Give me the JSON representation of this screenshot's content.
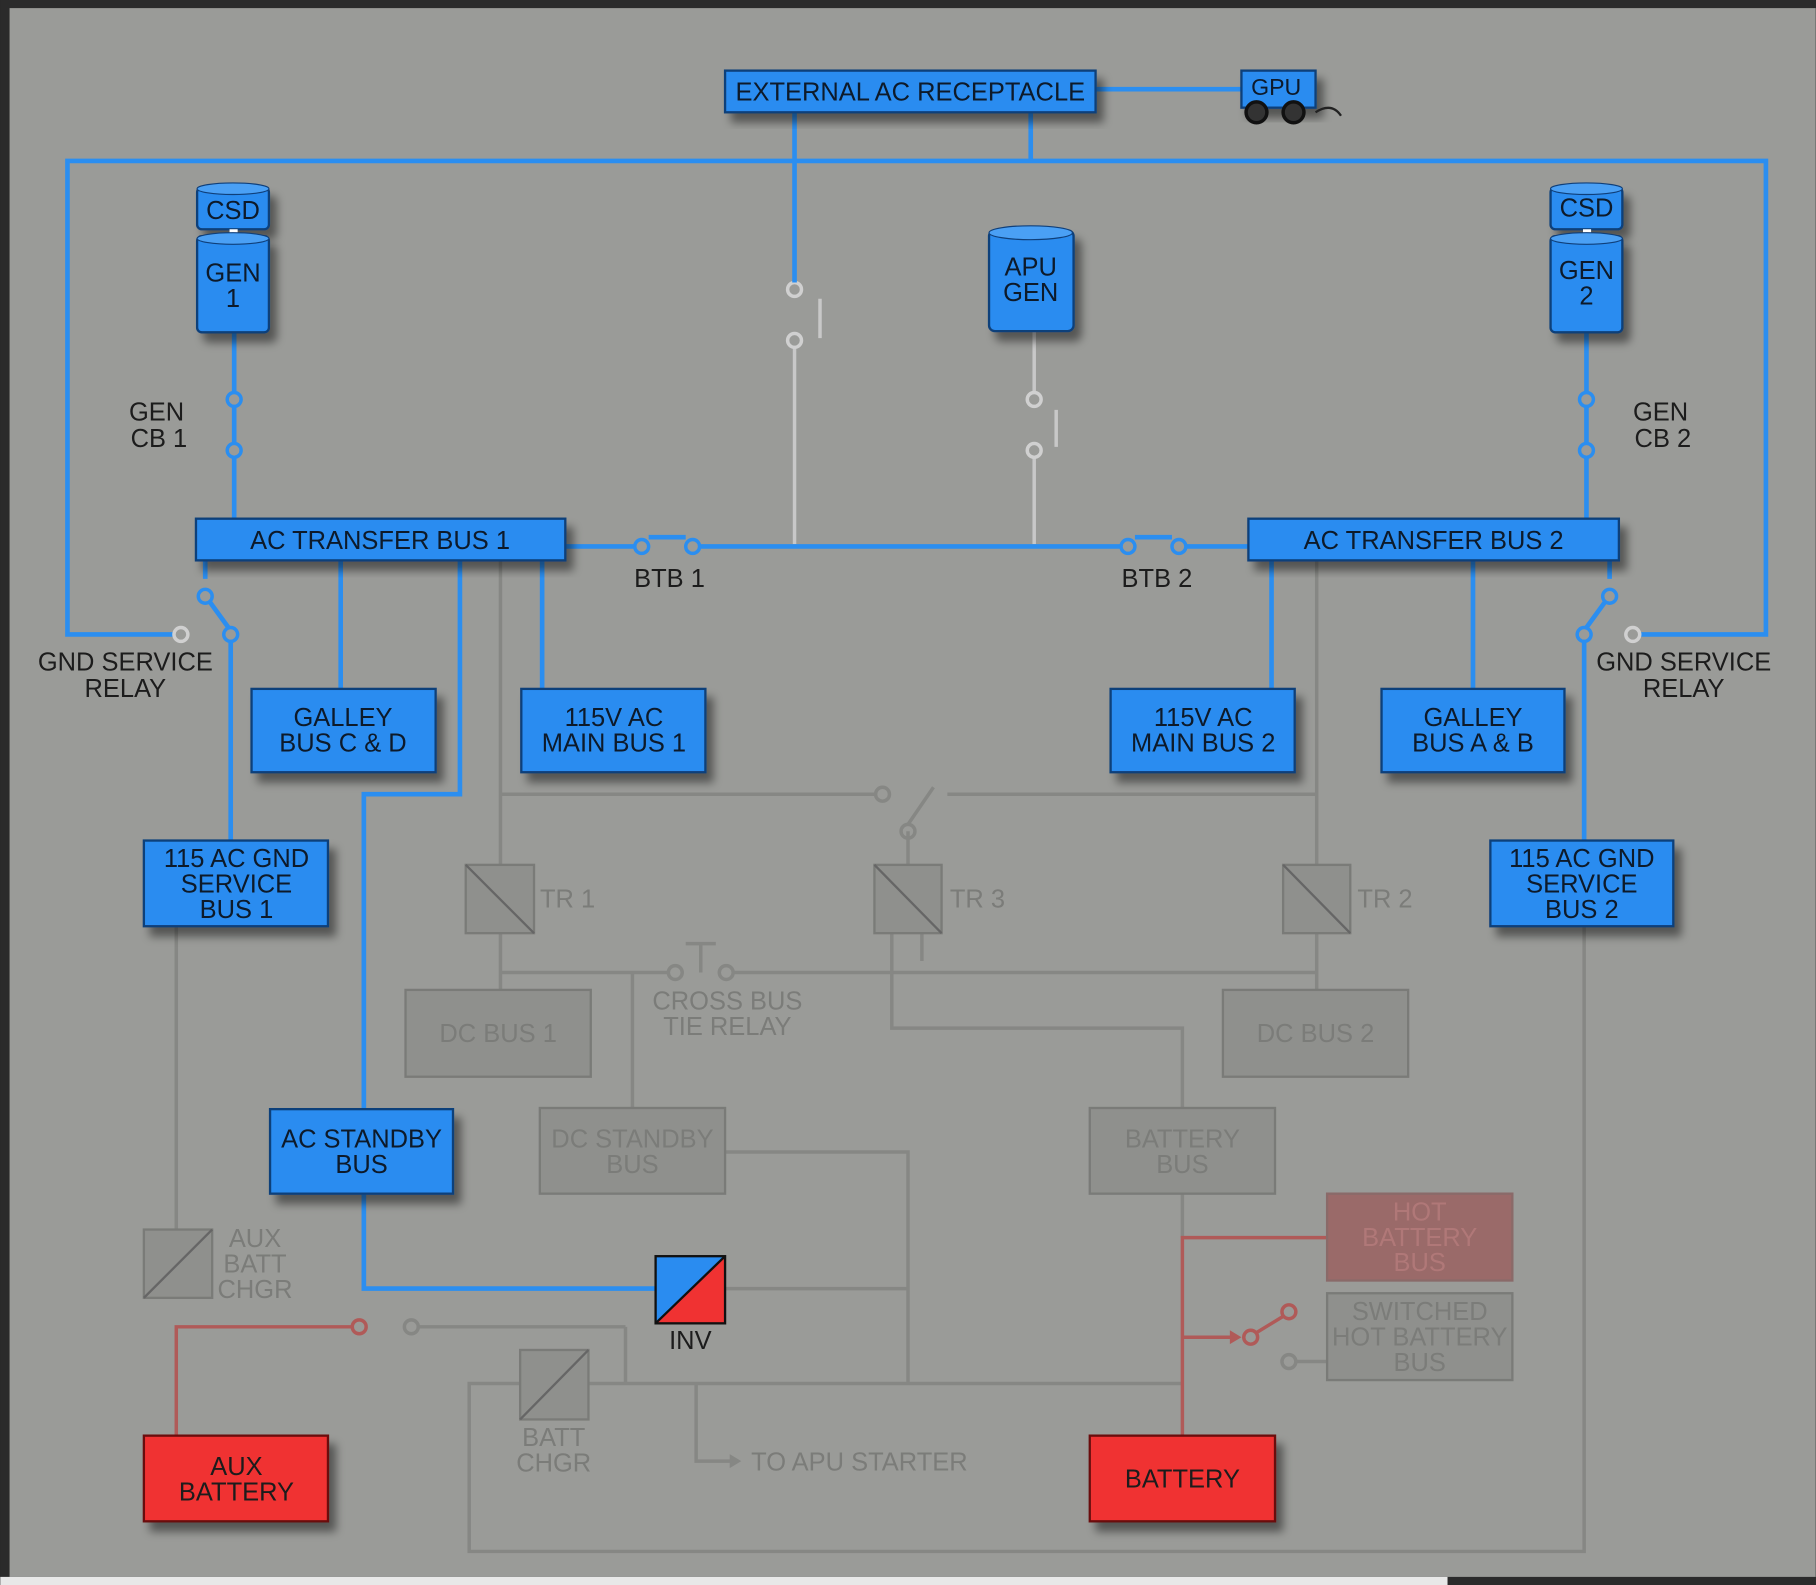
{
  "colors": {
    "powered_ac": "#2a8cf0",
    "battery": "#f03232",
    "unpowered": "#8f908d",
    "hot_battery_bus": "#9a6a69",
    "background": "#9a9b98"
  },
  "labels": {
    "ext_ac": "EXTERNAL AC RECEPTACLE",
    "gpu": "GPU",
    "csd1": "CSD",
    "gen1": [
      "GEN",
      "1"
    ],
    "csd2": "CSD",
    "gen2": [
      "GEN",
      "2"
    ],
    "apu_gen": [
      "APU",
      "GEN"
    ],
    "gen_cb1": [
      "GEN",
      "CB 1"
    ],
    "gen_cb2": [
      "GEN",
      "CB 2"
    ],
    "ac_tb1": "AC TRANSFER BUS 1",
    "ac_tb2": "AC TRANSFER BUS 2",
    "btb1": "BTB 1",
    "btb2": "BTB 2",
    "gsr_left": [
      "GND SERVICE",
      "RELAY"
    ],
    "gsr_right": [
      "GND SERVICE",
      "RELAY"
    ],
    "galley_cd": [
      "GALLEY",
      "BUS C & D"
    ],
    "main1": [
      "115V AC",
      "MAIN BUS 1"
    ],
    "main2": [
      "115V AC",
      "MAIN BUS 2"
    ],
    "galley_ab": [
      "GALLEY",
      "BUS A & B"
    ],
    "gsb1": [
      "115 AC GND",
      "SERVICE",
      "BUS 1"
    ],
    "gsb2": [
      "115 AC GND",
      "SERVICE",
      "BUS 2"
    ],
    "tr1": "TR 1",
    "tr2": "TR 2",
    "tr3": "TR 3",
    "cbtr": [
      "CROSS BUS",
      "TIE RELAY"
    ],
    "dc1": "DC BUS 1",
    "dc2": "DC BUS 2",
    "ac_stby": [
      "AC STANDBY",
      "BUS"
    ],
    "dc_stby": [
      "DC STANDBY",
      "BUS"
    ],
    "batt_bus": [
      "BATTERY",
      "BUS"
    ],
    "hot_batt": [
      "HOT",
      "BATTERY",
      "BUS"
    ],
    "sw_hot_batt": [
      "SWITCHED",
      "HOT BATTERY",
      "BUS"
    ],
    "aux_chgr": [
      "AUX",
      "BATT",
      "CHGR"
    ],
    "inv": "INV",
    "batt_chgr": [
      "BATT",
      "CHGR"
    ],
    "apu_starter": "TO APU STARTER",
    "aux_batt": [
      "AUX",
      "BATTERY"
    ],
    "battery": "BATTERY"
  }
}
